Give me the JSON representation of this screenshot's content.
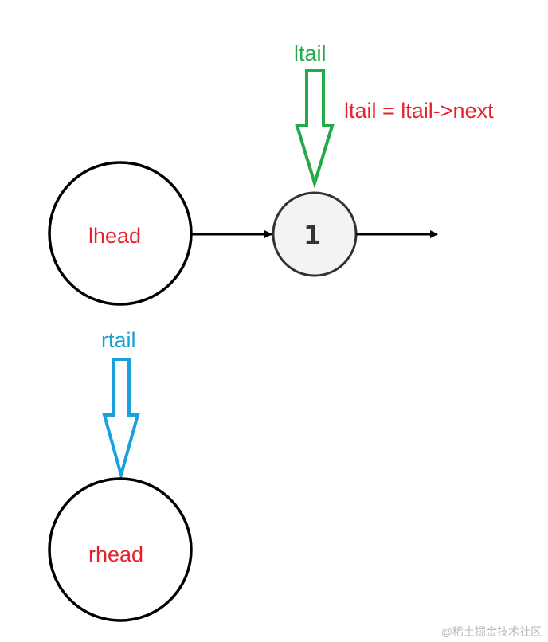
{
  "labels": {
    "ltail": "ltail",
    "ltail_update": "ltail = ltail->next",
    "lhead": "lhead",
    "node_value": "1",
    "rtail": "rtail",
    "rhead": "rhead"
  },
  "watermark": "@稀土掘金技术社区",
  "colors": {
    "head_label": "#e8202a",
    "ltail": "#23a84a",
    "rtail": "#1aa0dc",
    "node_fill": "#f3f3f3",
    "node_stroke": "#333333",
    "node_text": "#333333",
    "outline": "#000000",
    "watermark": "#b9b9b9"
  },
  "icons": {
    "ltail_pointer": "down-arrow-outline",
    "rtail_pointer": "down-arrow-outline",
    "link": "right-arrow"
  }
}
